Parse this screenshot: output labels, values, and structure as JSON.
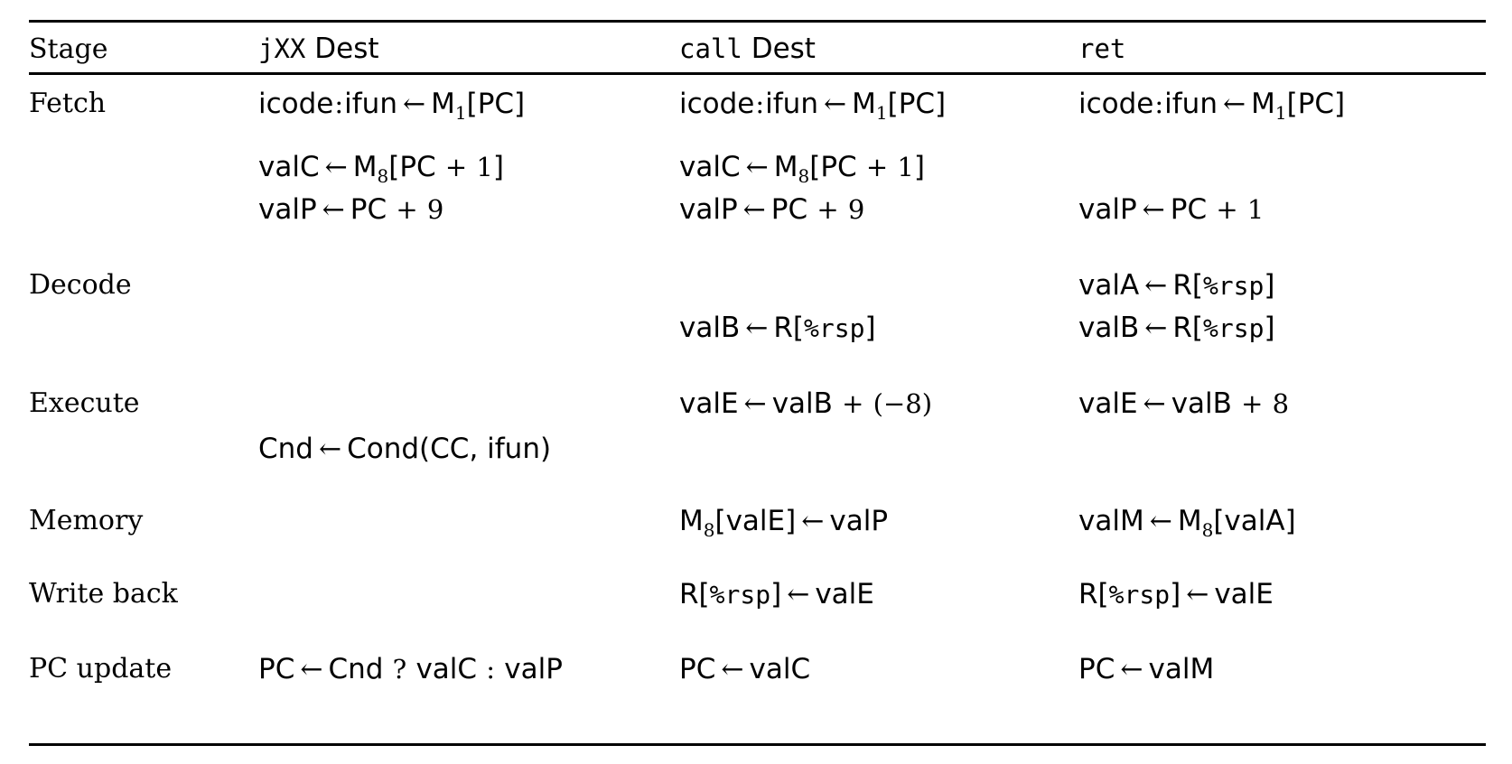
{
  "table": {
    "caption_absent": true,
    "columns": [
      {
        "id": "stage",
        "header": "Stage",
        "header_style": "serif"
      },
      {
        "id": "jxx",
        "header_mono": "jXX",
        "header_sans": " Dest",
        "header": "jXX Dest"
      },
      {
        "id": "call",
        "header_mono": "call",
        "header_sans": " Dest",
        "header": "call Dest"
      },
      {
        "id": "ret",
        "header_mono": "ret",
        "header_sans": "",
        "header": "ret"
      }
    ],
    "stages": [
      {
        "id": "fetch",
        "label": "Fetch"
      },
      {
        "id": "decode",
        "label": "Decode"
      },
      {
        "id": "execute",
        "label": "Execute"
      },
      {
        "id": "memory",
        "label": "Memory"
      },
      {
        "id": "writeback",
        "label": "Write back"
      },
      {
        "id": "pcupdate",
        "label": "PC update"
      }
    ],
    "cells": {
      "fetch": {
        "jxx": [
          "icode:ifun ← M₁[PC]",
          "valC ← M₈[PC + 1]",
          "valP ← PC + 9"
        ],
        "call": [
          "icode:ifun ← M₁[PC]",
          "valC ← M₈[PC + 1]",
          "valP ← PC + 9"
        ],
        "ret": [
          "icode:ifun ← M₁[PC]",
          "valP ← PC + 1"
        ]
      },
      "decode": {
        "jxx": [],
        "call": [
          "valB ← R[%rsp]"
        ],
        "ret": [
          "valA ← R[%rsp]",
          "valB ← R[%rsp]"
        ]
      },
      "execute": {
        "jxx": [
          "Cnd ← Cond(CC, ifun)"
        ],
        "call": [
          "valE ← valB + (−8)"
        ],
        "ret": [
          "valE ← valB + 8"
        ]
      },
      "memory": {
        "jxx": [],
        "call": [
          "M₈[valE] ← valP"
        ],
        "ret": [
          "valM ← M₈[valA]"
        ]
      },
      "writeback": {
        "jxx": [],
        "call": [
          "R[%rsp] ← valE"
        ],
        "ret": [
          "R[%rsp] ← valE"
        ]
      },
      "pcupdate": {
        "jxx": [
          "PC ← Cnd ? valC : valP"
        ],
        "call": [
          "PC ← valC"
        ],
        "ret": [
          "PC ← valM"
        ]
      }
    },
    "tokens": {
      "arrow": "←",
      "plus": "+",
      "minus": "−",
      "question": "?",
      "colon": ":",
      "reg_rsp": "%rsp",
      "mem_M": "M",
      "sub_1": "1",
      "sub_8": "8",
      "pc": "PC",
      "valA": "valA",
      "valB": "valB",
      "valC": "valC",
      "valE": "valE",
      "valM": "valM",
      "valP": "valP",
      "cnd": "Cnd",
      "cond_fn": "Cond(CC, ifun)",
      "icode_ifun": "icode:ifun",
      "num_1": "1",
      "num_8": "8",
      "num_9": "9",
      "neg8": "−8"
    }
  },
  "colors": {
    "text": "#000000",
    "rule": "#000000",
    "background": "#ffffff"
  }
}
